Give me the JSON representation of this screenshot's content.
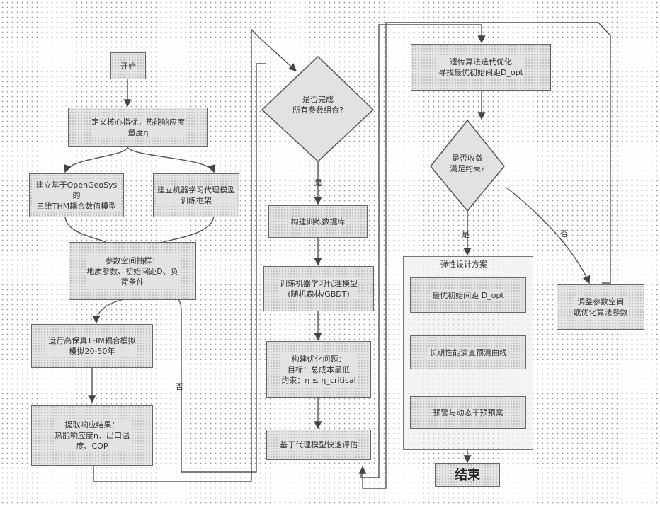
{
  "nodes": {
    "start": "开始",
    "define": "定义核心指标，热能响应度\n量度η",
    "model_a": "建立基于OpenGeoSys的\n三维THM耦合数值模型",
    "model_b": "建立机器学习代理模型\n训练框架",
    "sample": "参数空间抽样：\n地质参数、初始间距D、负\n荷条件",
    "sim": "运行高保真THM耦合模拟\n模拟20-50年",
    "extract": "提取响应结果：\n热能响应度η、出口温\n度、COP",
    "check_all": "是否完成\n所有参数组合?",
    "build_db": "构建训练数据库",
    "train": "训练机器学习代理模型\n(随机森林/GBDT)",
    "opt_problem": "构建优化问题：\n目标：总成本最低\n约束：η ≤ η_critical",
    "eval": "基于代理模型快速评估",
    "search": "遗传算法迭代优化\n寻找最优初始间距D_opt",
    "converge": "是否收敛\n满足约束?",
    "adjust": "调整参数空间\n或优化算法参数",
    "group_title": "弹性设计方案",
    "out1": "最优初始间距 D_opt",
    "out2": "长期性能演变预测曲线",
    "out3": "预警与动态干预预案",
    "end": "结束"
  },
  "edge_labels": {
    "yes_a": "是",
    "yes_b": "是",
    "no_a": "否",
    "no_b": "否"
  }
}
